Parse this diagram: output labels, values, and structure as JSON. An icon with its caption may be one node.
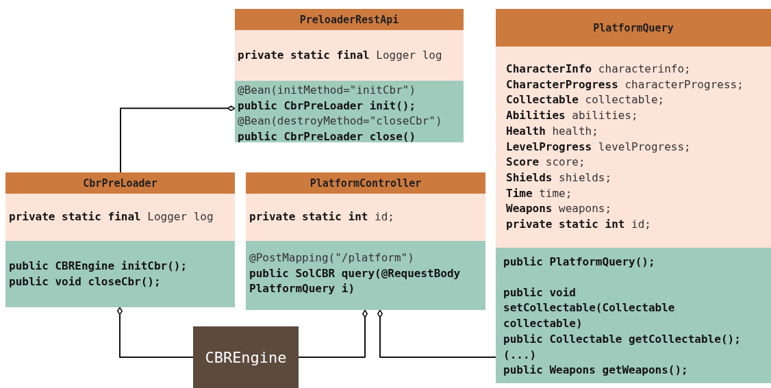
{
  "diagram": {
    "nodes": [
      {
        "text": [
          "PreloaderRestApi",
          "**private static final** Logger log",
          "@Bean(initMethod=\"initCbr\")",
          "**public CbrPreLoader init();**",
          "@Bean(destroyMethod=\"closeCbr\")",
          "**public CbrPreLoader close()**"
        ]
      },
      {
        "text": [
          "PlatformQuery",
          "**CharacterInfo** characterinfo;",
          "**CharacterProgress** characterProgress;",
          "**Collectable** collectable;",
          "**Abilities** abilities;",
          "**Health** health;",
          "**LevelProgress** levelProgress;",
          "**Score** score;",
          "**Shields** shields;",
          "**Time** time;",
          "**Weapons** weapons;",
          "**private static int** id;",
          "public PlatformQuery();",
          "public void setCollectable(Collectable collectable)",
          "public Collectable getCollectable();",
          "(...)",
          "public Weapons getWeapons();"
        ]
      },
      {
        "text": [
          "CbrPreLoader",
          "**private static final** Logger log",
          "public CBREngine initCbr();",
          "public void closeCbr();"
        ]
      },
      {
        "text": [
          "PlatformController",
          "**private static int** id;",
          "@PostMapping(\"/platform\")",
          "**public SolCBR query(@RequestBody PlatformQuery i)**"
        ]
      },
      {
        "text": [
          "CBREngine"
        ]
      }
    ],
    "edges": [
      {
        "from": 2,
        "to": 0,
        "arrow": "other"
      },
      {
        "from": 4,
        "to": 2,
        "arrow": "other"
      },
      {
        "from": 4,
        "to": 3,
        "arrow": "other"
      },
      {
        "from": 1,
        "to": 3,
        "arrow": "other"
      }
    ]
  }
}
